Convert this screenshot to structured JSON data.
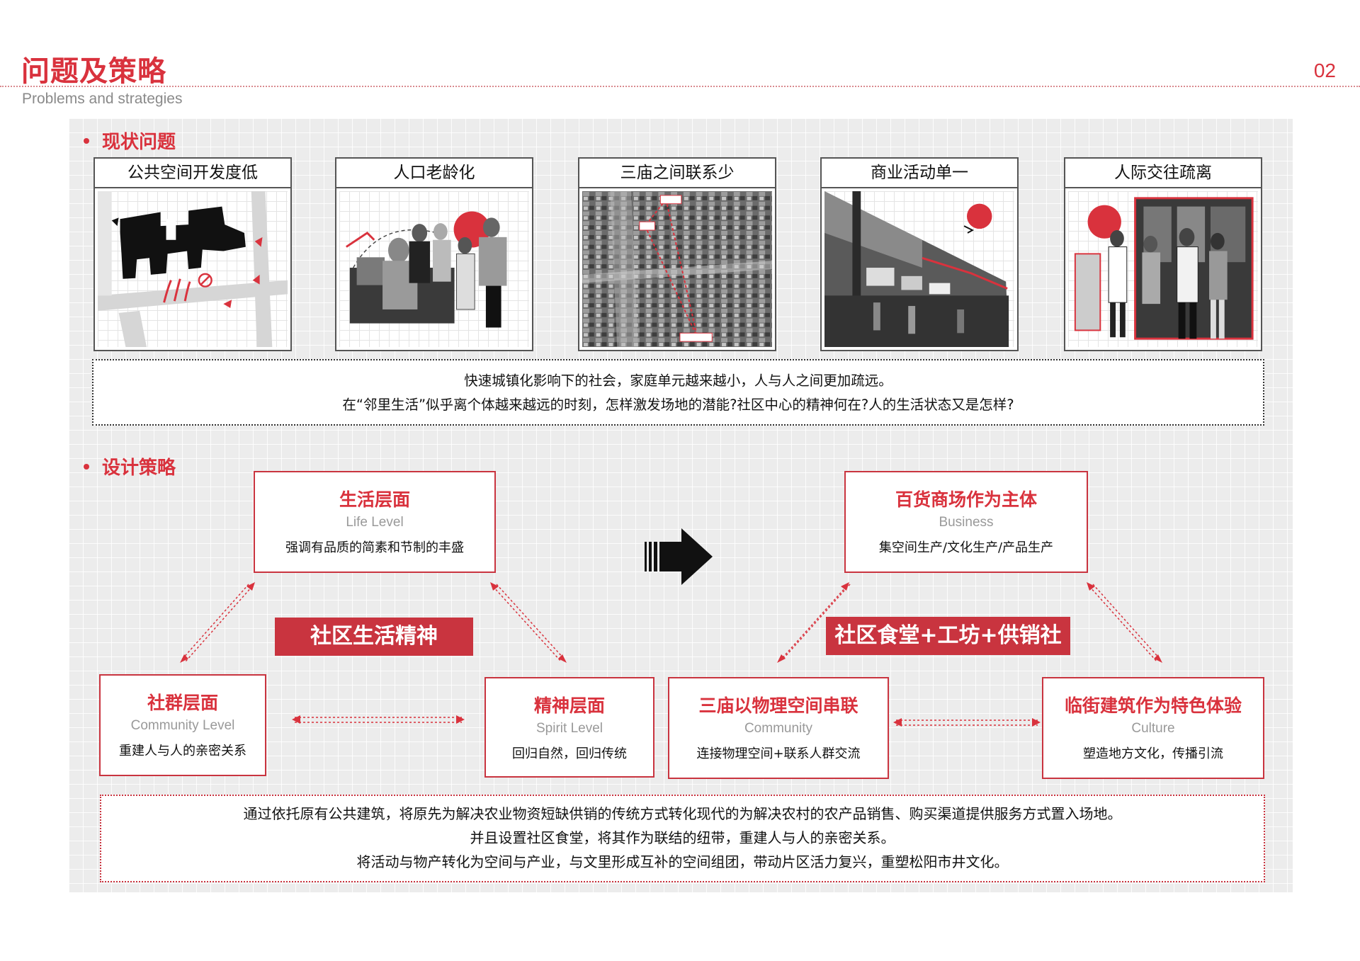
{
  "header": {
    "title": "问题及策略",
    "subtitle": "Problems and strategies",
    "page_number": "02"
  },
  "problems": {
    "heading": "现状问题",
    "cards": [
      {
        "title": "公共空间开发度低",
        "image": "site-plan-diagram"
      },
      {
        "title": "人口老龄化",
        "image": "elderly-people-photo"
      },
      {
        "title": "三庙之间联系少",
        "image": "aerial-map-photo"
      },
      {
        "title": "商业活动单一",
        "image": "street-shops-photo"
      },
      {
        "title": "人际交往疏离",
        "image": "pedestrians-photo"
      }
    ],
    "summary_lines": [
      "快速城镇化影响下的社会，家庭单元越来越小，人与人之间更加疏远。",
      "在“邻里生活”似乎离个体越来越远的时刻，怎样激发场地的潜能?社区中心的精神何在?人的生活状态又是怎样?"
    ]
  },
  "strategy": {
    "heading": "设计策略",
    "left": {
      "top": {
        "title": "生活层面",
        "subtitle": "Life Level",
        "desc": "强调有品质的简素和节制的丰盛"
      },
      "bottom_left": {
        "title": "社群层面",
        "subtitle": "Community Level",
        "desc": "重建人与人的亲密关系"
      },
      "bottom_right": {
        "title": "精神层面",
        "subtitle": "Spirit Level",
        "desc": "回归自然，回归传统"
      },
      "banner": "社区生活精神"
    },
    "right": {
      "top": {
        "title": "百货商场作为主体",
        "subtitle": "Business",
        "desc": "集空间生产/文化生产/产品生产"
      },
      "bottom_left": {
        "title": "三庙以物理空间串联",
        "subtitle": "Community",
        "desc": "连接物理空间+联系人群交流"
      },
      "bottom_right": {
        "title": "临街建筑作为特色体验",
        "subtitle": "Culture",
        "desc": "塑造地方文化，传播引流"
      },
      "banner": "社区食堂+工坊+供销社"
    },
    "closing_lines": [
      "通过依托原有公共建筑，将原先为解决农业物资短缺供销的传统方式转化现代的为解决农村的农产品销售、购买渠道提供服务方式置入场地。",
      "并且设置社区食堂，将其作为联结的纽带，重建人与人的亲密关系。",
      "将活动与物产转化为空间与产业，与文里形成互补的空间组团，带动片区活力复兴，重塑松阳市井文化。"
    ]
  },
  "colors": {
    "accent": "#d9323d",
    "banner": "#c9343f",
    "text": "#111111",
    "muted": "#999999"
  }
}
